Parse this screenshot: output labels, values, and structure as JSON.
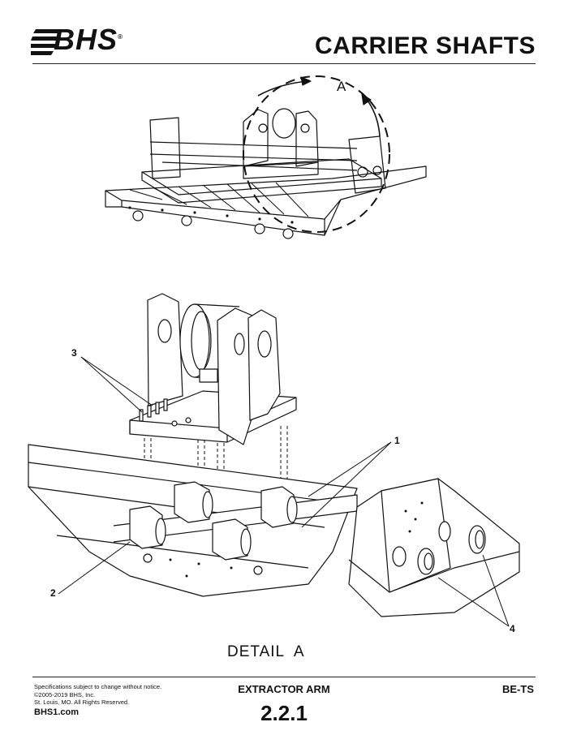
{
  "header": {
    "logo_text": "BHS",
    "logo_reg": "®",
    "title": "CARRIER SHAFTS"
  },
  "drawing": {
    "view_label": "A",
    "callouts": [
      "1",
      "2",
      "3",
      "4"
    ],
    "detail_label": "DETAIL  A"
  },
  "footer": {
    "disclaimer": "Specifications subject to change without notice.",
    "copyright": "©2005-2019 BHS, Inc.",
    "location": "St. Louis, MO.  All Rights Reserved.",
    "website": "BHS1.com",
    "section_title": "EXTRACTOR ARM",
    "section_number": "2.2.1",
    "code": "BE-TS"
  }
}
